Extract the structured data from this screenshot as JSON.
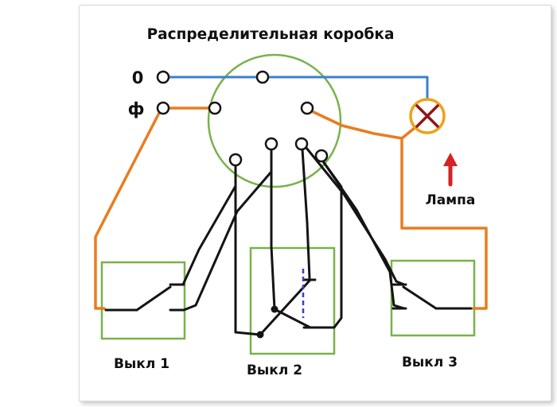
{
  "title": "Распределительная коробка",
  "labels": {
    "neutral": "0",
    "phase": "ф",
    "lamp": "Лампа",
    "switch1": "Выкл 1",
    "switch2": "Выкл 2",
    "switch3": "Выкл 3"
  },
  "colors": {
    "wire_neutral": "#3d7fd0",
    "wire_phase": "#e87d1f",
    "wire_black": "#141414",
    "component_green": "#79b24a",
    "lamp_ring": "#efa11d",
    "lamp_cross": "#8e1616",
    "arrow_red": "#d62222",
    "mech_link_blue": "#3d3dcc",
    "text": "#101010",
    "frame": "#d9d9d9"
  },
  "components": [
    {
      "id": "junction-box",
      "label": "Распределительная коробка",
      "shape": "green circle with white screw terminals"
    },
    {
      "id": "lamp",
      "label": "Лампа",
      "shape": "circle with red cross"
    },
    {
      "id": "switch-1",
      "label": "Выкл 1",
      "shape": "green rectangle, two-way switch symbol"
    },
    {
      "id": "switch-2",
      "label": "Выкл 2",
      "shape": "green rectangle, cross (intermediate) switch with blue dashed mechanical link"
    },
    {
      "id": "switch-3",
      "label": "Выкл 3",
      "shape": "green rectangle, two-way switch symbol"
    }
  ]
}
